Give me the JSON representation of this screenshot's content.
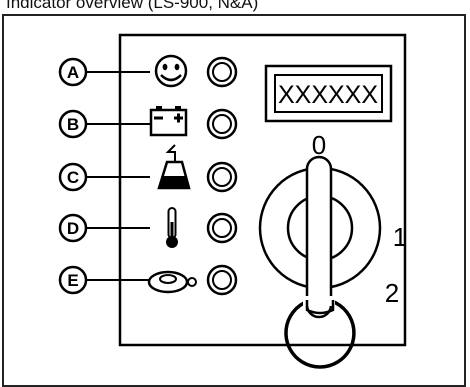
{
  "title": "Indicator overview (LS-900, N&A)",
  "callouts": [
    "A",
    "B",
    "C",
    "D",
    "E"
  ],
  "display_text": "XXXXXX",
  "key_positions": [
    "0",
    "1",
    "2"
  ]
}
